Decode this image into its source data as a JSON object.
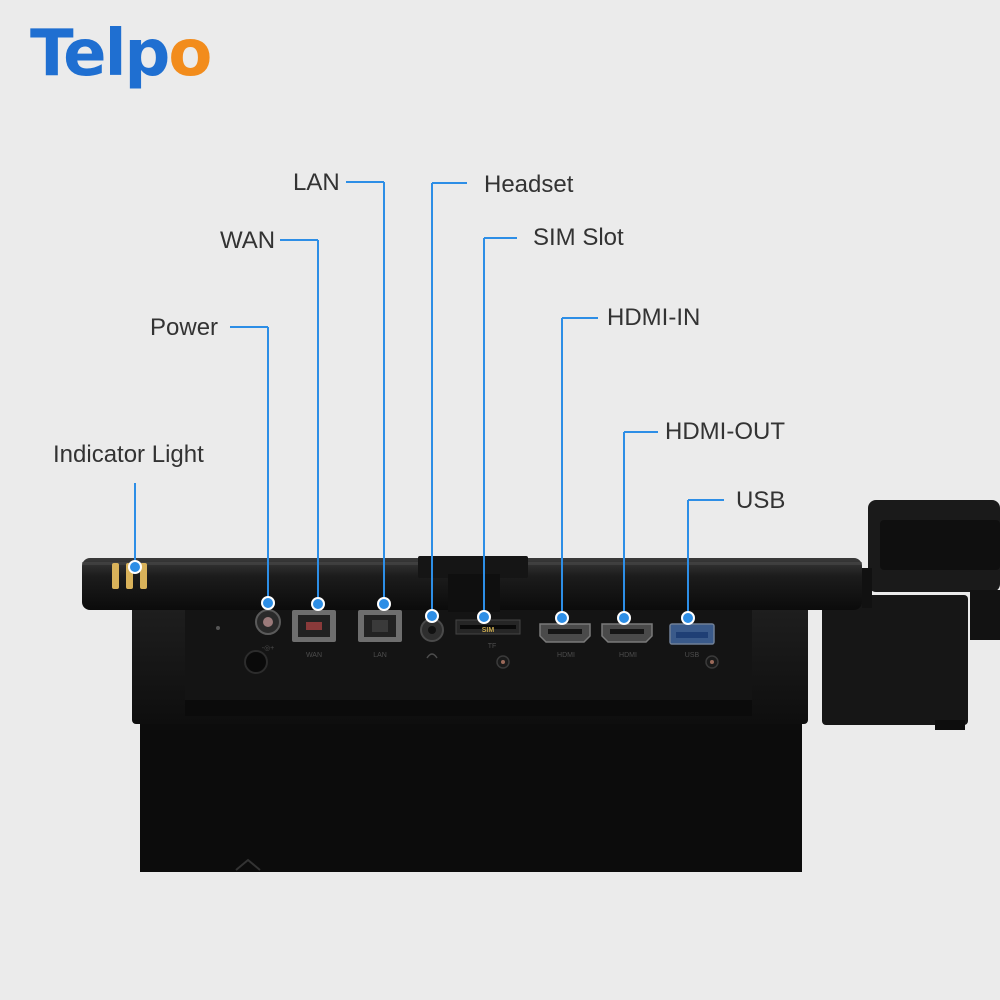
{
  "brand": {
    "logo_text": "Telpo",
    "logo_primary_color": "#1f6fd1",
    "logo_accent_color": "#f28c1c"
  },
  "callout_color": "#2d8ee6",
  "callouts": {
    "lan": "LAN",
    "headset": "Headset",
    "wan": "WAN",
    "sim_slot": "SIM Slot",
    "power": "Power",
    "hdmi_in": "HDMI-IN",
    "hdmi_out": "HDMI-OUT",
    "indicator_light": "Indicator Light",
    "usb": "USB"
  },
  "port_markings": {
    "sim": "SIM"
  }
}
